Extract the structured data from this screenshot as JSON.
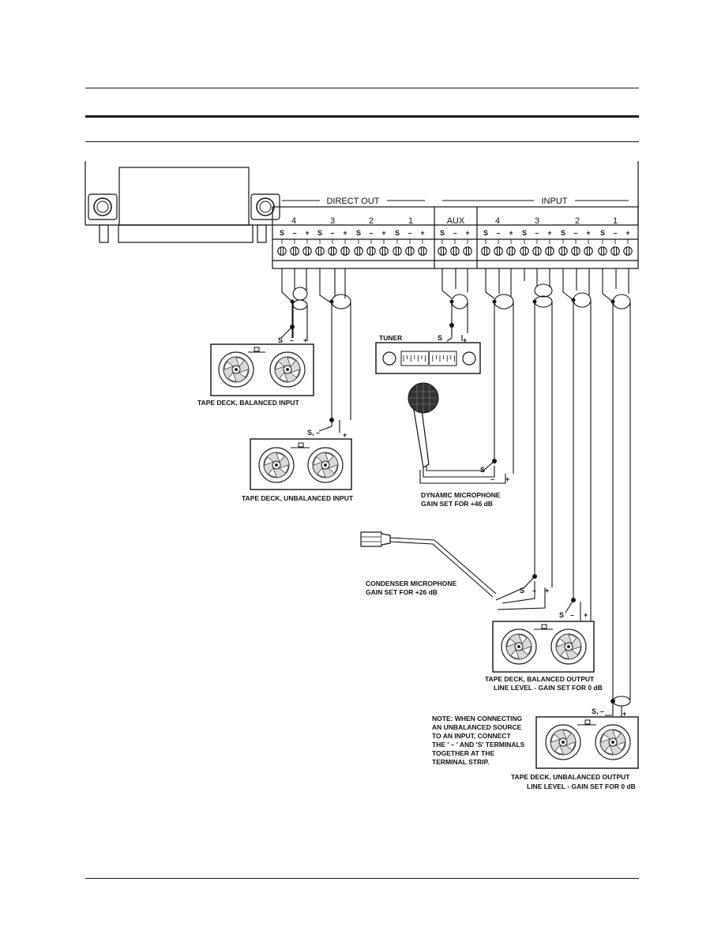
{
  "sections": {
    "direct_out": "DIRECT OUT",
    "input": "INPUT"
  },
  "channels": {
    "direct_out": [
      "4",
      "3",
      "2",
      "1"
    ],
    "aux": "AUX",
    "input": [
      "4",
      "3",
      "2",
      "1"
    ]
  },
  "terminals": {
    "s": "S",
    "minus": "–",
    "plus": "+",
    "s_minus": "S, –"
  },
  "devices": {
    "tuner": "TUNER",
    "tape_bal_in": "TAPE DECK, BALANCED INPUT",
    "tape_unbal_in": "TAPE DECK, UNBALANCED INPUT",
    "dyn_mic": [
      "DYNAMIC MICROPHONE",
      "GAIN SET FOR +46 dB"
    ],
    "cond_mic": [
      "CONDENSER MICROPHONE",
      "GAIN SET FOR +26 dB"
    ],
    "tape_bal_out": [
      "TAPE DECK,  BALANCED OUTPUT",
      "LINE LEVEL - GAIN SET FOR 0 dB"
    ],
    "tape_unbal_out": [
      "TAPE DECK,   UNBALANCED OUTPUT",
      "LINE LEVEL - GAIN SET FOR 0 dB"
    ]
  },
  "note": [
    "NOTE: WHEN CONNECTING",
    "AN UNBALANCED SOURCE",
    "TO AN INPUT, CONNECT",
    "THE ' – ' AND 'S' TERMINALS",
    "TOGETHER AT THE",
    "TERMINAL STRIP."
  ]
}
